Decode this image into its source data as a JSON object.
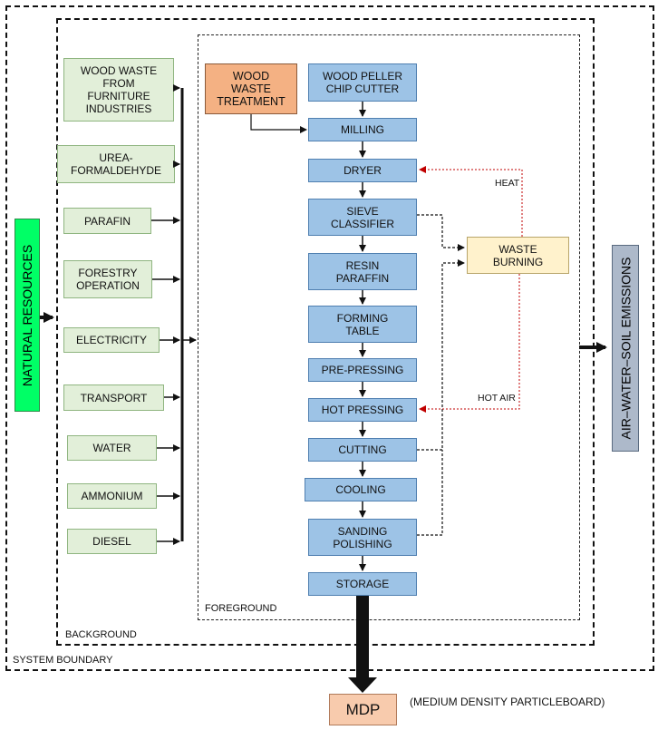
{
  "boundaries": {
    "system": "SYSTEM BOUNDARY",
    "background": "BACKGROUND",
    "foreground": "FOREGROUND"
  },
  "natural_resources": "NATURAL RESOURCES",
  "emissions": "AIR–WATER–SOIL EMISSIONS",
  "inputs": {
    "wood_waste": "WOOD WASTE\nFROM\nFURNITURE\nINDUSTRIES",
    "urea": "UREA-\nFORMALDEHYDE",
    "parafin": "PARAFIN",
    "forestry": "FORESTRY\nOPERATION",
    "electricity": "ELECTRICITY",
    "transport": "TRANSPORT",
    "water": "WATER",
    "ammonium": "AMMONIUM",
    "diesel": "DIESEL"
  },
  "treatment": "WOOD\nWASTE\nTREATMENT",
  "process": {
    "chip_cutter": "WOOD PELLER\nCHIP CUTTER",
    "milling": "MILLING",
    "dryer": "DRYER",
    "sieve": "SIEVE\nCLASSIFIER",
    "resin": "RESIN\nPARAFFIN",
    "forming": "FORMING\nTABLE",
    "pre_pressing": "PRE-PRESSING",
    "hot_pressing": "HOT PRESSING",
    "cutting": "CUTTING",
    "cooling": "COOLING",
    "sanding": "SANDING\nPOLISHING",
    "storage": "STORAGE"
  },
  "waste_burning": "WASTE\nBURNING",
  "heat_label": "HEAT",
  "hot_air_label": "HOT AIR",
  "output": {
    "product": "MDP",
    "product_full": "(MEDIUM DENSITY PARTICLEBOARD)"
  },
  "colors": {
    "input_fill": "#e2efd9",
    "process_fill": "#9dc3e6",
    "treatment_fill": "#f4b183",
    "burning_fill": "#fff2cc",
    "natural_resources_fill": "#00ff66",
    "emissions_fill": "#adb9ca",
    "heat_arrow": "#c00000"
  }
}
